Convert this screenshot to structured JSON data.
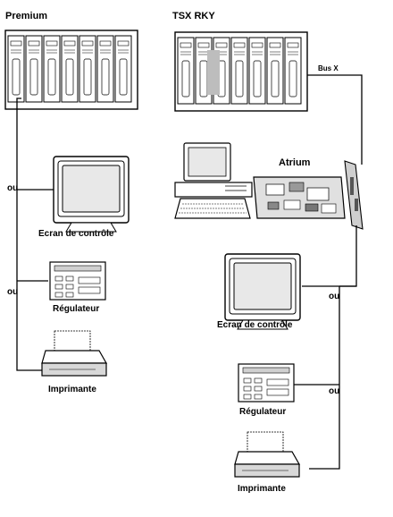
{
  "left": {
    "title": "Premium",
    "monitor_label": "Ecran de contrôle",
    "regulator_label": "Régulateur",
    "printer_label": "Imprimante",
    "or_1": "ou",
    "or_2": "ou"
  },
  "right": {
    "title": "TSX RKY",
    "bus_label": "Bus X",
    "atrium_label": "Atrium",
    "monitor_label": "Ecran de contrôle",
    "regulator_label": "Régulateur",
    "printer_label": "Imprimante",
    "or_1": "ou",
    "or_2": "ou"
  }
}
